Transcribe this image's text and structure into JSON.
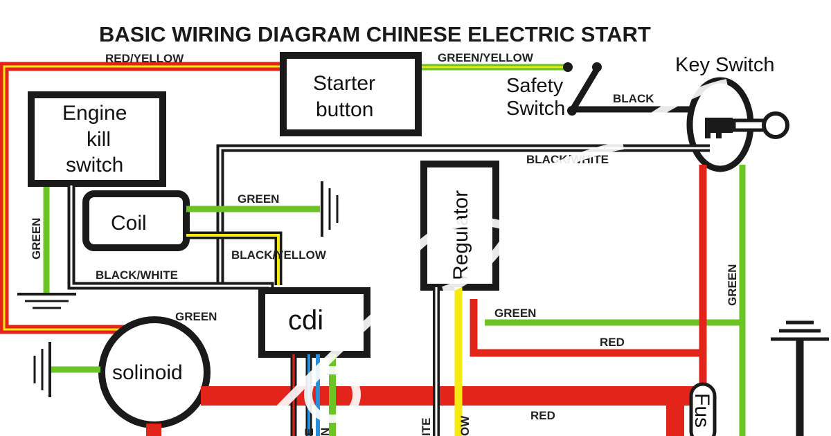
{
  "title": "BASIC WIRING DIAGRAM CHINESE ELECTRIC START",
  "components": {
    "starter_button": [
      "Starter",
      "button"
    ],
    "engine_kill_switch": [
      "Engine",
      "kill",
      "switch"
    ],
    "coil": "Coil",
    "cdi": "cdi",
    "regulator": "Regulator",
    "solinoid": "solinoid",
    "safety_switch": [
      "Safety",
      "Switch"
    ],
    "key_switch": "Key Switch",
    "fuse_partial": "Fus"
  },
  "wire_labels": {
    "red_yellow": "RED/YELLOW",
    "green_yellow": "GREEN/YELLOW",
    "black_top": "BLACK",
    "black_white_top": "BLACK/WHITE",
    "green_coil": "GREEN",
    "black_yellow": "BLACK/YELLOW",
    "black_white_left": "BLACK/WHITE",
    "green_kill": "GREEN",
    "green_solinoid": "GREEN",
    "green_regulator": "GREEN",
    "red_mid": "RED",
    "green_right": "GREEN",
    "red_bottom": "RED",
    "partial_ite": "ITE",
    "partial_ow": "OW",
    "partial_e": "E",
    "partial_n": "N"
  },
  "colors": {
    "red": "#e3241b",
    "yellow": "#f7ea12",
    "green": "#6cc324",
    "black": "#1a1a1a",
    "blue": "#2a8fd8"
  }
}
